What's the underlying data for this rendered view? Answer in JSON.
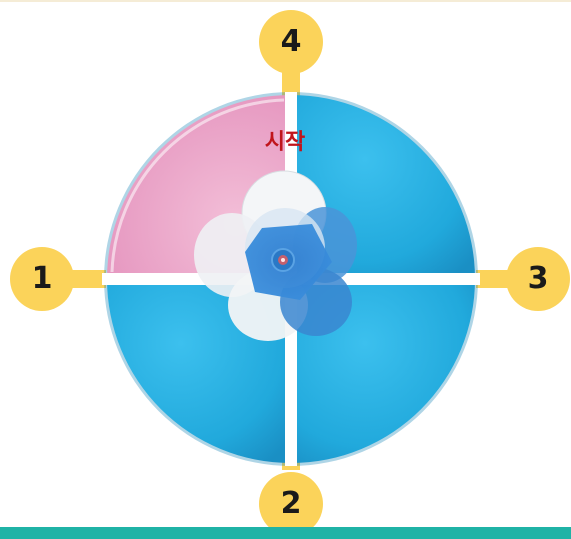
{
  "labels": {
    "start": "시작",
    "badge_1": "1",
    "badge_2": "2",
    "badge_3": "3",
    "badge_4": "4"
  },
  "colors": {
    "quadrant_pink": "#eaa0c4",
    "quadrant_blue": "#21a9dc",
    "divider": "#ffffff",
    "badge": "#fbd35a",
    "start_text": "#c0151c",
    "bottom_bar": "#1fb3a6"
  },
  "icons": {
    "center": "flower-spinner-icon"
  }
}
